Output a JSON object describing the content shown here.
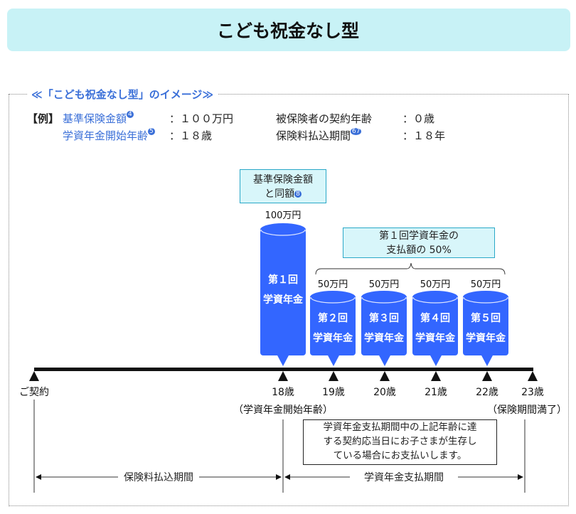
{
  "title": "こども祝金なし型",
  "section_heading": "≪「こども祝金なし型」のイメージ≫",
  "example": {
    "tag": "【例】",
    "rows": [
      {
        "label": "基準保険金額",
        "note": "4",
        "value": "：１００万円"
      },
      {
        "label": "学資年金開始年齢",
        "note": "5",
        "value": "：１８歳"
      },
      {
        "label": "被保険者の契約年齢",
        "note": "",
        "value": "：０歳"
      },
      {
        "label": "保険料払込期間",
        "note": "67",
        "value": "：１８年"
      }
    ]
  },
  "callouts": {
    "first": {
      "line1": "基準保険金額",
      "line2": "と同額",
      "note": "8"
    },
    "others": {
      "line1": "第１回学資年金の",
      "line2": "支払額の 50%"
    }
  },
  "payments": [
    {
      "amount": "100万円",
      "line1": "第１回",
      "line2": "学資年金"
    },
    {
      "amount": "50万円",
      "line1": "第２回",
      "line2": "学資年金"
    },
    {
      "amount": "50万円",
      "line1": "第３回",
      "line2": "学資年金"
    },
    {
      "amount": "50万円",
      "line1": "第４回",
      "line2": "学資年金"
    },
    {
      "amount": "50万円",
      "line1": "第５回",
      "line2": "学資年金"
    }
  ],
  "timeline": {
    "points": [
      "ご契約",
      "18歳",
      "19歳",
      "20歳",
      "21歳",
      "22歳",
      "23歳"
    ],
    "sub_start": "（学資年金開始年齢）",
    "sub_end": "（保険期間満了）"
  },
  "note": {
    "line1": "学資年金支払期間中の上記年齢に達",
    "line2": "する契約応当日にお子さまが生存し",
    "line3": "ている場合にお支払いします。"
  },
  "periods": {
    "premium": "保険料払込期間",
    "annuity": "学資年金支払期間"
  },
  "colors": {
    "cylinder": "#3366ff",
    "header_bg": "#c8f2f6",
    "accent": "#3a6fd8"
  }
}
